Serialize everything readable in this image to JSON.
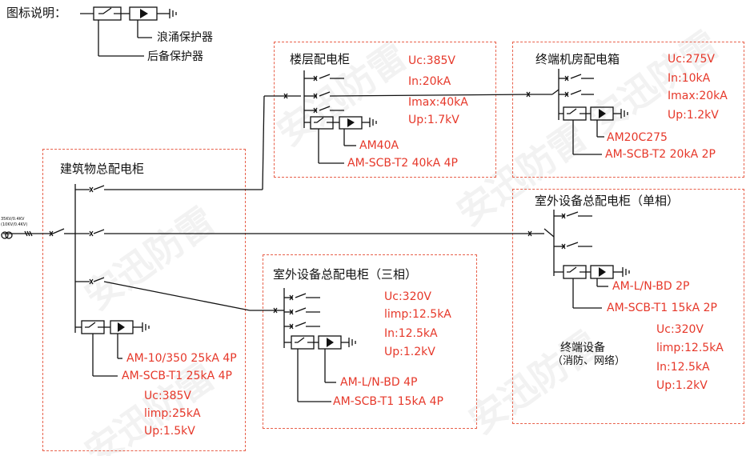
{
  "colors": {
    "line": "#111111",
    "label_red": "#e6382a",
    "box_dash": "#e8604a"
  },
  "watermark": "安迅防雷",
  "legend": {
    "title": "图标说明：",
    "surge_protector": "浪涌保护器",
    "backup_protector": "后备保护器"
  },
  "source": {
    "line1": "35KV/0.4KV",
    "line2": "(10KV/0.4KV)"
  },
  "panels": {
    "building_main": {
      "title": "建筑物总配电柜",
      "spd1": "AM-10/350  25kA  4P",
      "spd2": "AM-SCB-T1  25kA  4P",
      "uc": "Uc:385V",
      "limp": "limp:25kA",
      "up": "Up:1.5kV"
    },
    "floor": {
      "title": "楼层配电柜",
      "uc": "Uc:385V",
      "in": "In:20kA",
      "imax": "Imax:40kA",
      "up": "Up:1.7kV",
      "spd1": "AM40A",
      "spd2": "AM-SCB-T2  40kA  4P"
    },
    "terminal_room": {
      "title": "终端机房配电箱",
      "uc": "Uc:275V",
      "in": "In:10kA",
      "imax": "Imax:20kA",
      "up": "Up:1.2kV",
      "spd1": "AM20C275",
      "spd2": "AM-SCB-T2  20kA  2P"
    },
    "outdoor_three": {
      "title": "室外设备总配电柜（三相）",
      "uc": "Uc:320V",
      "limp": "limp:12.5kA",
      "in": "In:12.5kA",
      "up": "Up:1.2kV",
      "spd1": "AM-L/N-BD  4P",
      "spd2": "AM-SCB-T1  15kA  4P"
    },
    "outdoor_single": {
      "title": "室外设备总配电柜（单相）",
      "spd1": "AM-L/N-BD    2P",
      "spd2": "AM-SCB-T1  15kA  2P",
      "terminal_title": "终端设备",
      "terminal_sub": "（消防、网络）",
      "uc": "Uc:320V",
      "limp": "limp:12.5kA",
      "in": "In:12.5kA",
      "up": "Up:1.2kV"
    }
  }
}
